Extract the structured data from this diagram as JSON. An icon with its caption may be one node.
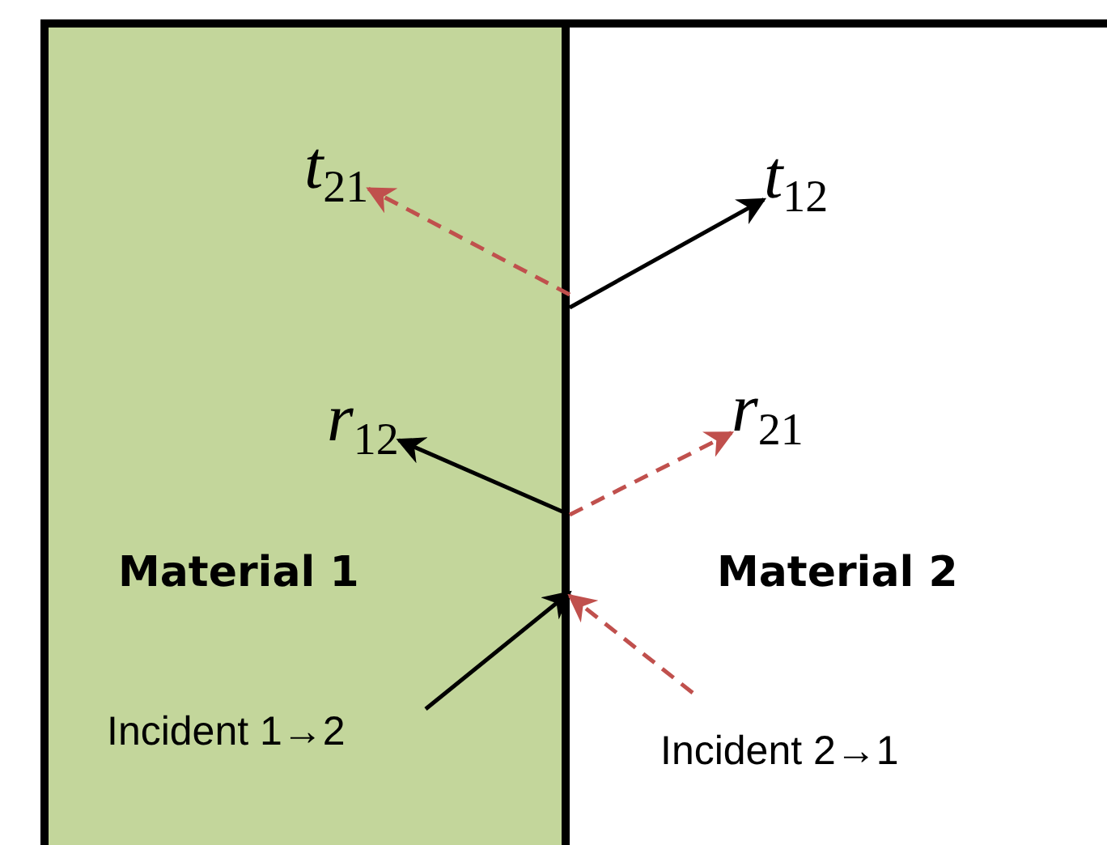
{
  "diagram": {
    "nodes": [
      {
        "text": [
          "Material 1"
        ]
      },
      {
        "text": [
          "Material 2"
        ]
      },
      {
        "text": [
          "Incident 1→2"
        ],
        "in": 0
      },
      {
        "text": [
          "Incident 2→1"
        ],
        "in": 1
      },
      {
        "text": [
          "*t*$_{21}$"
        ],
        "in": 0
      },
      {
        "text": [
          "*t*$_{12}$"
        ],
        "in": 1
      },
      {
        "text": [
          "*r*$_{12}$"
        ],
        "in": 0
      },
      {
        "text": [
          "*r*$_{21}$"
        ],
        "in": 1
      }
    ],
    "edges": [
      {
        "from": 2,
        "to": 1,
        "arrow": "to"
      },
      {
        "from": 3,
        "to": 0,
        "arrow": "to",
        "style": "dashed",
        "color": "#c0504d"
      },
      {
        "from": 0,
        "to": 6,
        "arrow": "to"
      },
      {
        "from": 0,
        "to": 5,
        "arrow": "to"
      },
      {
        "from": 0,
        "to": 7,
        "arrow": "to",
        "style": "dashed",
        "color": "#c0504d"
      },
      {
        "from": 0,
        "to": 4,
        "arrow": "to",
        "style": "dashed",
        "color": "#c0504d"
      }
    ]
  }
}
